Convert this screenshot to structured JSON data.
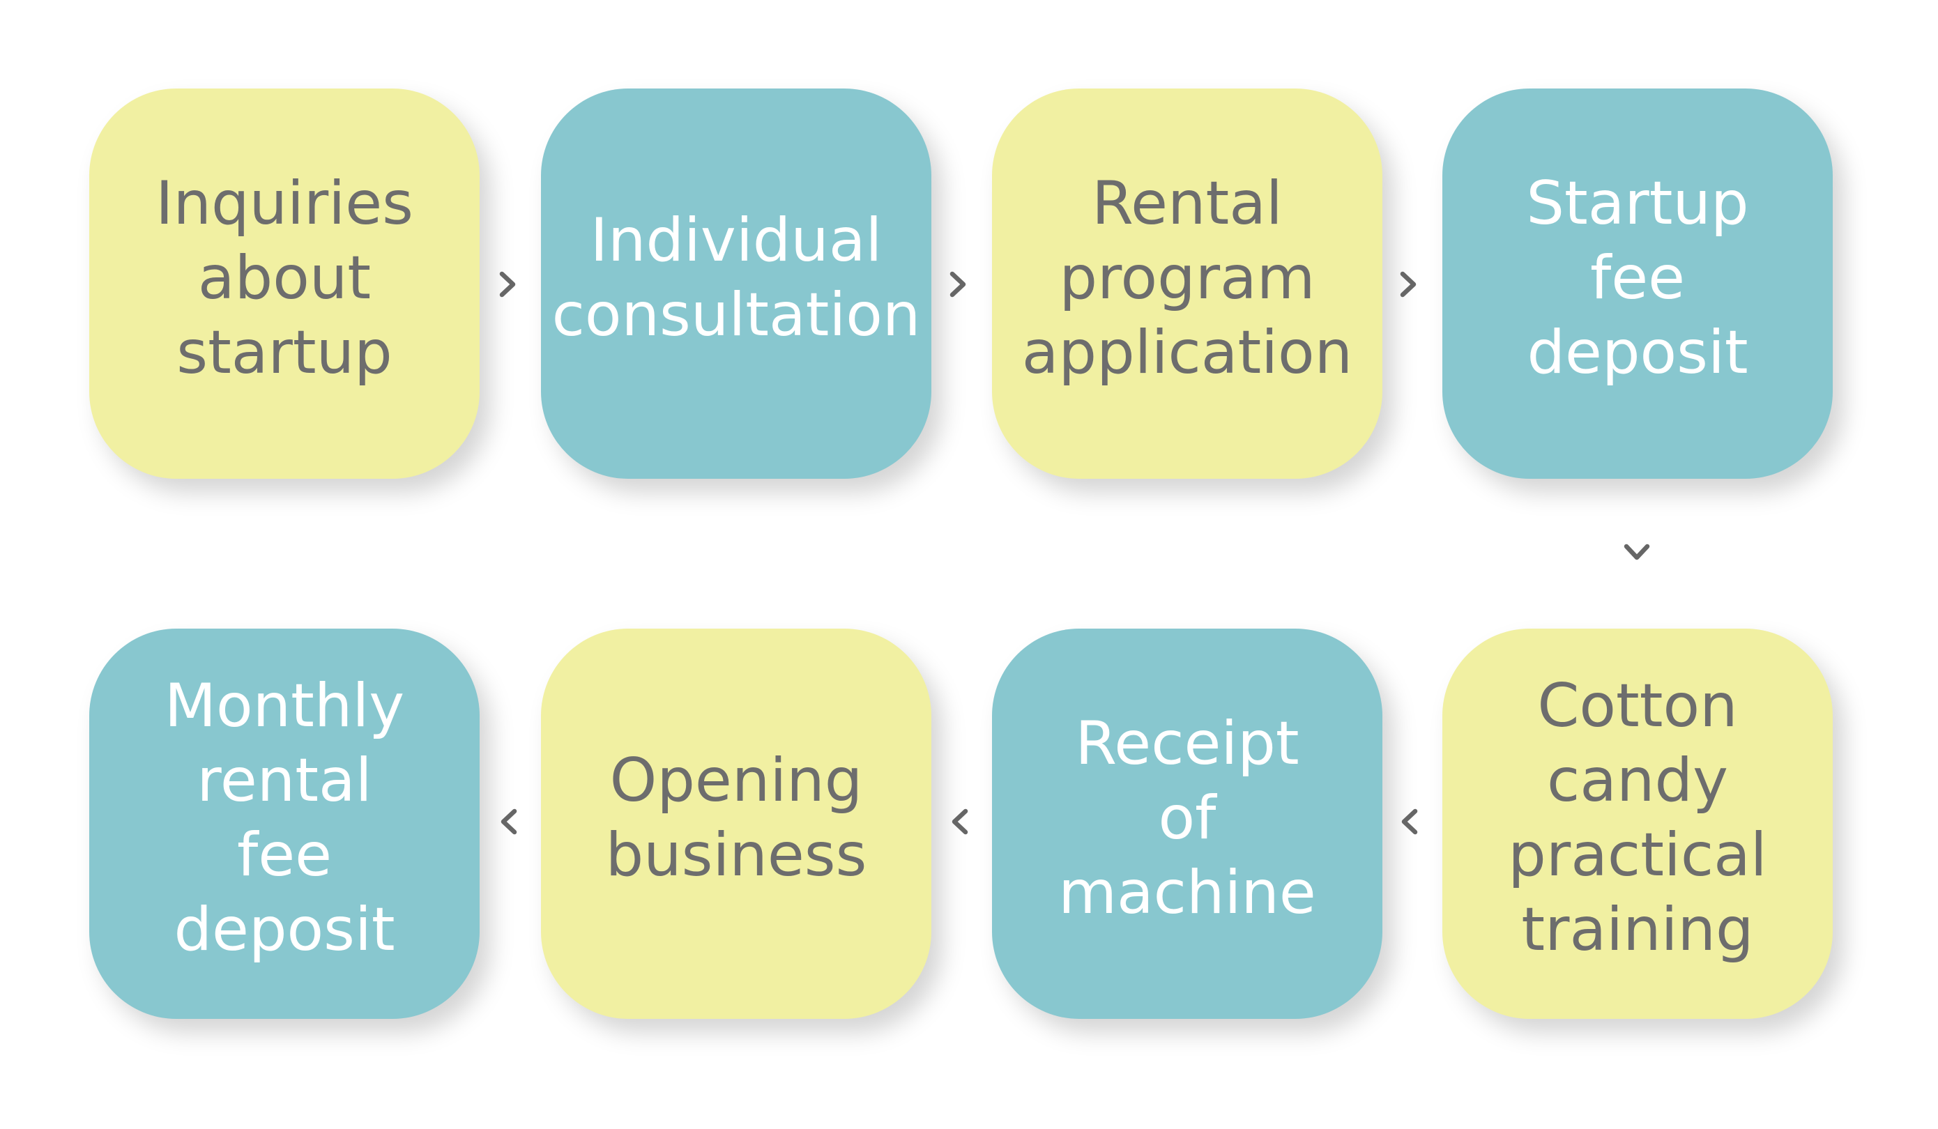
{
  "diagram": {
    "steps": [
      {
        "label": "Inquiries\nabout\nstartup"
      },
      {
        "label": "Individual\nconsultation"
      },
      {
        "label": "Rental\nprogram\napplication"
      },
      {
        "label": "Startup\nfee\ndeposit"
      },
      {
        "label": "Cotton\ncandy\npractical\ntraining"
      },
      {
        "label": "Receipt\nof\nmachine"
      },
      {
        "label": "Opening\nbusiness"
      },
      {
        "label": "Monthly\nrental\nfee\ndeposit"
      }
    ],
    "arrow_icon": "chevron-icon",
    "colors": {
      "yellow": "#f1f0a2",
      "teal": "#88c7cf",
      "dark_text": "#6d6d6d",
      "light_text": "#ffffff",
      "arrow": "#666666"
    }
  }
}
